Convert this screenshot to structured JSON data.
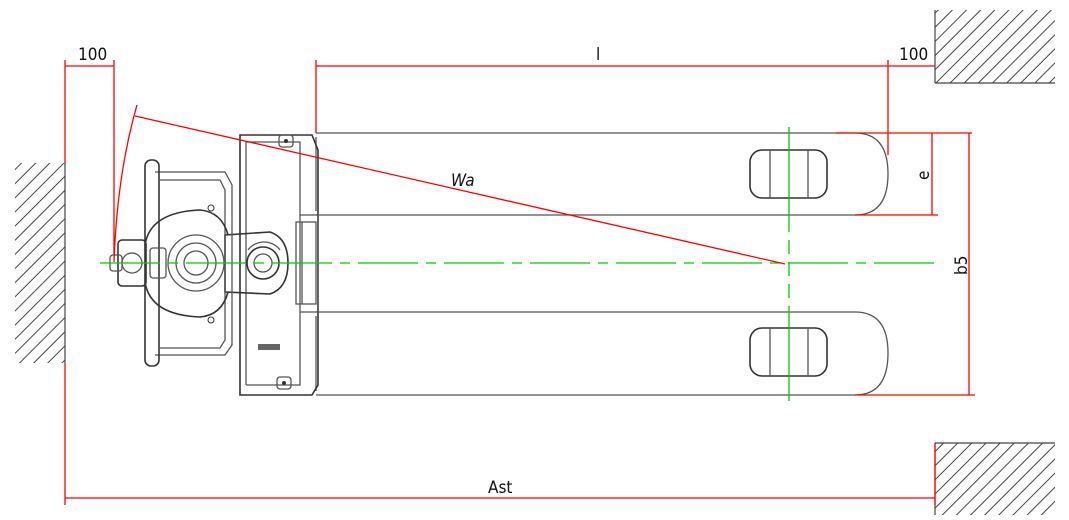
{
  "colors": {
    "dimension": "#ff0000",
    "centerline": "#00cc00",
    "outline": "#555555",
    "hatch": "#444444",
    "background": "#ffffff"
  },
  "labels": {
    "dim_100_left": "100",
    "dim_l": "l",
    "dim_100_right": "100",
    "dim_wa": "Wa",
    "dim_e": "e",
    "dim_b5": "b5",
    "dim_ast": "Ast"
  }
}
